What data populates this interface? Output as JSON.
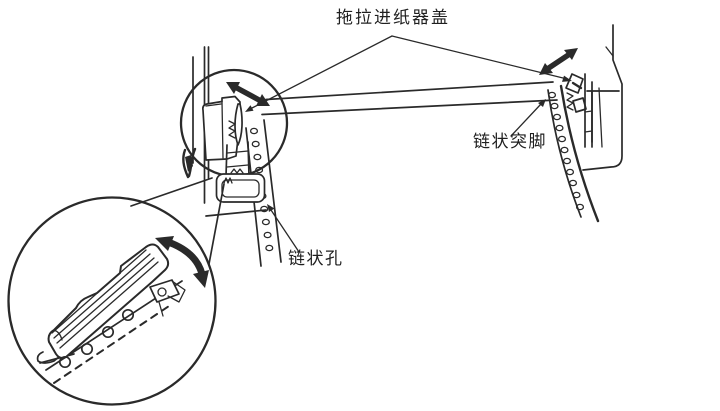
{
  "page": {
    "background": "#ffffff"
  },
  "diagram": {
    "line_color": "#2a2a2a",
    "labels": {
      "tractor_cover": "拖拉进纸器盖",
      "sprocket_pin": "链状突脚",
      "sprocket_hole": "链状孔"
    }
  }
}
